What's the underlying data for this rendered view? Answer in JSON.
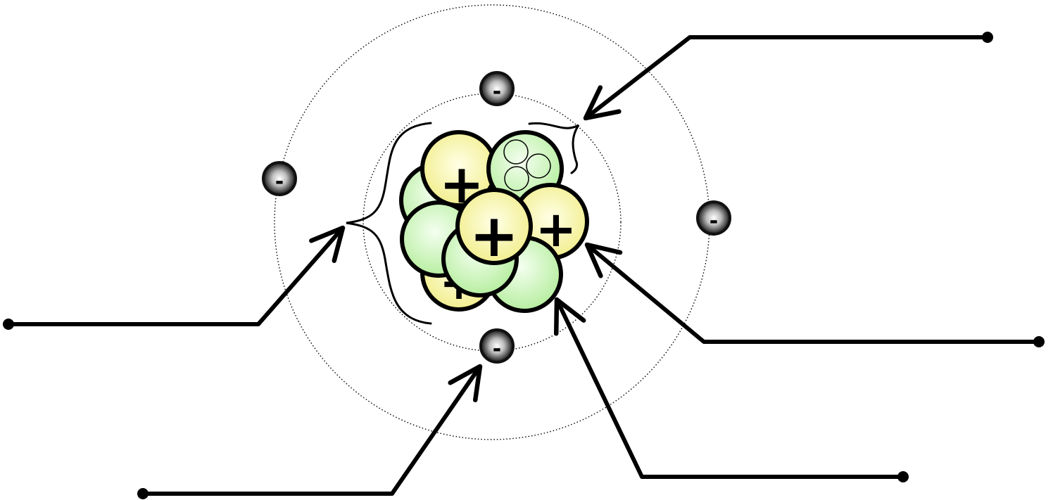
{
  "diagram": {
    "type": "atom-structure",
    "colors": {
      "stroke": "#000000",
      "proton_fill_light": "#ffffe6",
      "proton_fill_dark": "#f2ee8f",
      "neutron_fill_light": "#f4fff0",
      "neutron_fill_dark": "#b7eea0",
      "electron_dark": "#111111",
      "electron_light": "#d9d9d9"
    },
    "particle_symbols": {
      "proton": "+",
      "electron": "-"
    },
    "counts": {
      "electron_shells": 2,
      "electrons": 4,
      "label_pointers": 5
    },
    "labels": [
      "",
      "",
      "",
      "",
      ""
    ]
  }
}
